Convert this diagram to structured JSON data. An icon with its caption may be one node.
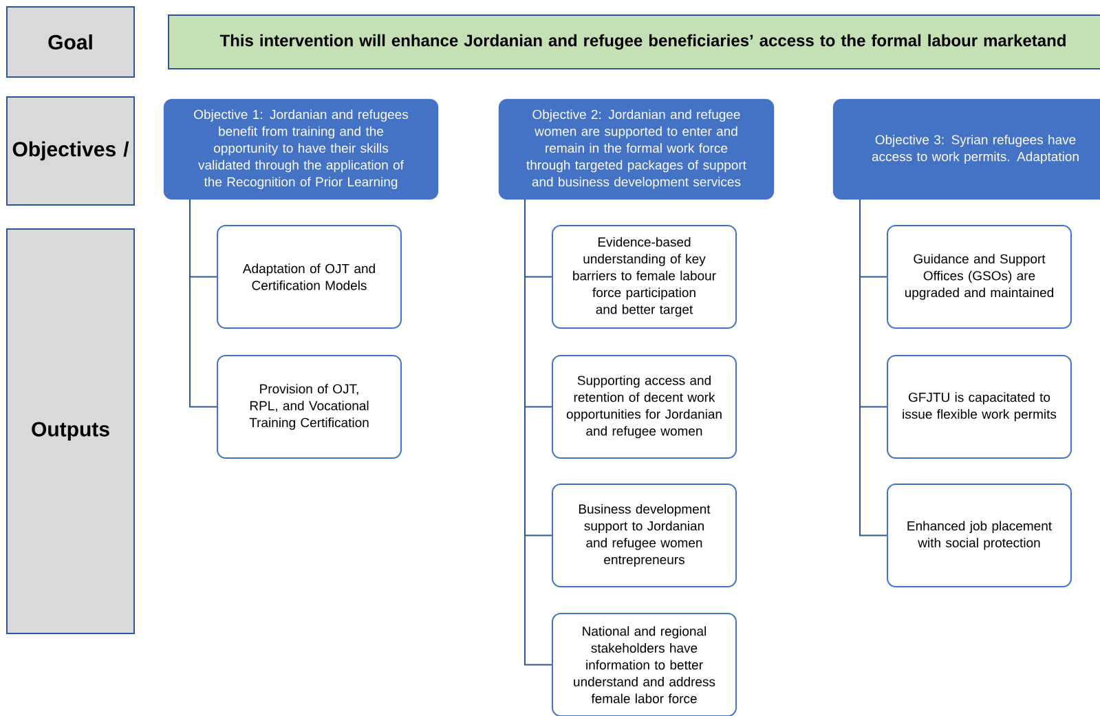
{
  "diagram": {
    "nodes": [
      {
        "text": [
          "Goal"
        ]
      },
      {
        "text": [
          "This intervention will enhance Jordanian and refugee beneficiaries’ access to the formal labour marketand"
        ]
      },
      {
        "text": [
          "Objectives /"
        ]
      },
      {
        "text": [
          "Outputs"
        ]
      },
      {
        "text": [
          "Objective 1: Jordanian and refugees benefit from training and the opportunity to have their skills validated through the application of the Recognition of Prior Learning"
        ]
      },
      {
        "text": [
          "Objective 2: Jordanian and refugee women are supported to enter and remain in the formal work force through targeted packages of support and business development services"
        ]
      },
      {
        "text": [
          "Objective 3: Syrian refugees have access to work permits. Adaptation"
        ]
      },
      {
        "text": [
          "Adaptation of OJT and Certification Models"
        ]
      },
      {
        "text": [
          "Provision of OJT, RPL, and Vocational Training Certification"
        ]
      },
      {
        "text": [
          "Evidence-based understanding of key barriers to female labour force participation and better target"
        ]
      },
      {
        "text": [
          "Supporting access and retention of decent work opportunities for Jordanian and refugee women"
        ]
      },
      {
        "text": [
          "Business development support to Jordanian and refugee women entrepreneurs"
        ]
      },
      {
        "text": [
          "National and regional stakeholders have information to better understand and address female labor force"
        ]
      },
      {
        "text": [
          "Guidance and Support Offices (GSOs) are upgraded and maintained"
        ]
      },
      {
        "text": [
          "GFJTU is capacitated to issue flexible work permits"
        ]
      },
      {
        "text": [
          "Enhanced job placement with social protection"
        ]
      }
    ],
    "edges": [
      {
        "from": 4,
        "to": 7,
        "arrow": "none"
      },
      {
        "from": 4,
        "to": 8,
        "arrow": "none"
      },
      {
        "from": 5,
        "to": 9,
        "arrow": "none"
      },
      {
        "from": 5,
        "to": 10,
        "arrow": "none"
      },
      {
        "from": 5,
        "to": 11,
        "arrow": "none"
      },
      {
        "from": 5,
        "to": 12,
        "arrow": "none"
      },
      {
        "from": 6,
        "to": 13,
        "arrow": "none"
      },
      {
        "from": 6,
        "to": 14,
        "arrow": "none"
      },
      {
        "from": 6,
        "to": 15,
        "arrow": "none"
      }
    ]
  }
}
